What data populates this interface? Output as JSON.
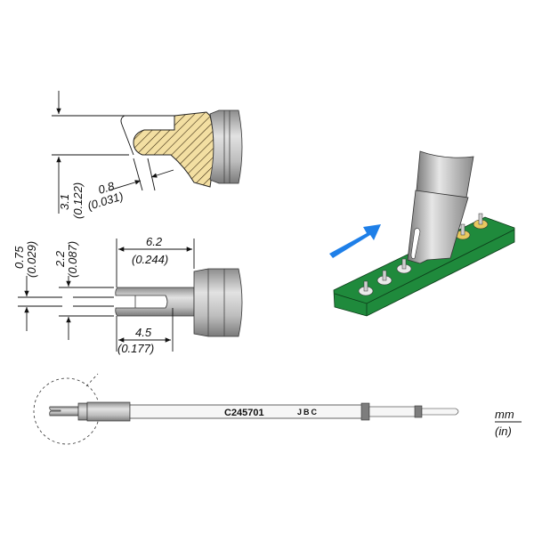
{
  "diagram": {
    "top_view": {
      "dim_height": "3.1",
      "dim_height_in": "(0.122)",
      "dim_gap": "0.8",
      "dim_gap_in": "(0.031)"
    },
    "side_view": {
      "dim_slot": "0.75",
      "dim_slot_in": "(0.029)",
      "dim_width": "2.2",
      "dim_width_in": "(0.087)",
      "dim_length": "6.2",
      "dim_length_in": "(0.244)",
      "dim_slot_length": "4.5",
      "dim_slot_length_in": "(0.177)"
    },
    "cartridge": {
      "part_number": "C245701",
      "brand": "JBC"
    },
    "units": {
      "primary": "mm",
      "secondary": "(in)"
    },
    "colors": {
      "hatch_fill": "#f3dfa2",
      "pcb_green": "#1f8a3c",
      "pad_gold": "#e8c860",
      "arrow_blue": "#1e7fe8",
      "metal_gray": "#b8b8b8"
    }
  }
}
